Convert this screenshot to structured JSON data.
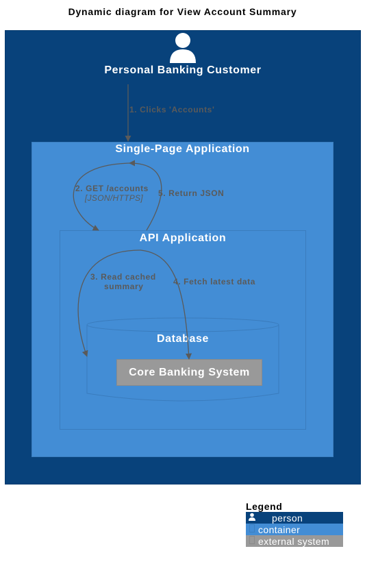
{
  "title": "Dynamic diagram for View Account Summary",
  "nodes": {
    "person": {
      "label": "Personal Banking Customer",
      "icon": "person-icon"
    },
    "spa": {
      "label": "Single-Page Application"
    },
    "api": {
      "label": "API Application"
    },
    "database": {
      "label": "Database"
    },
    "core": {
      "label": "Core Banking System"
    }
  },
  "edges": {
    "e1": {
      "label": "1. Clicks 'Accounts'"
    },
    "e2": {
      "label": "2. GET /accounts",
      "technology": "[JSON/HTTPS]"
    },
    "e3": {
      "label_line1": "3. Read cached",
      "label_line2": "summary"
    },
    "e4": {
      "label": "4. Fetch latest data"
    },
    "e5": {
      "label": "5. Return JSON"
    }
  },
  "legend": {
    "title": "Legend",
    "items": [
      {
        "label": "person",
        "color": "#08427b",
        "icon": "person-icon"
      },
      {
        "label": "container",
        "color": "#438dd5",
        "icon": "container-icon"
      },
      {
        "label": "external system",
        "color": "#999999",
        "icon": "external-system-icon"
      }
    ]
  },
  "colors": {
    "person": "#08427b",
    "container": "#438dd5",
    "external_system": "#999999",
    "arrow": "#5a5a5a"
  }
}
